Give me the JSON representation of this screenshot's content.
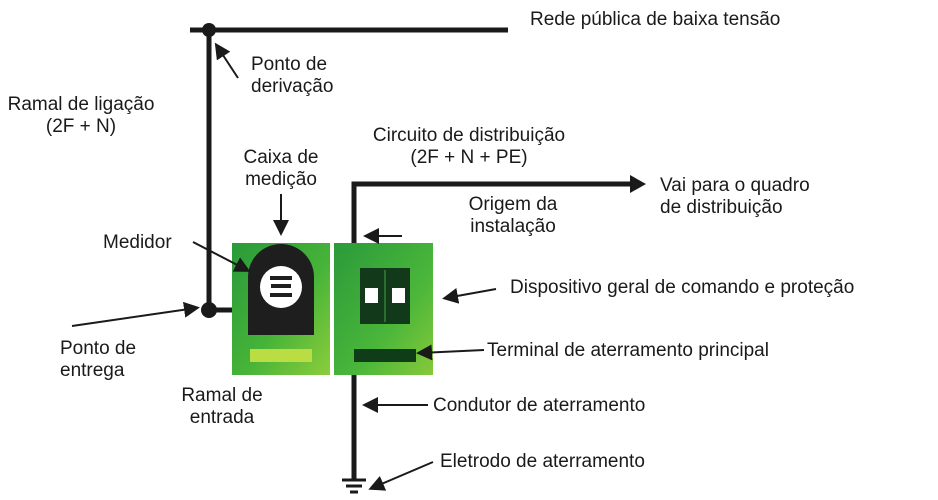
{
  "colors": {
    "line": "#1a1a1a",
    "box_green": "#3fae3a",
    "box_green_light": "#8ccd3c",
    "meter_body": "#1e1e1e",
    "terminal_light": "#b9dd43",
    "terminal_dark": "#0f3d18"
  },
  "labels": {
    "network": "Rede pública de baixa tensão",
    "branch_point": "Ponto de\nderivação",
    "service_drop": "Ramal de ligação\n(2F + N)",
    "meter_box": "Caixa de\nmedição",
    "distribution_circuit": "Circuito de distribuição\n(2F + N + PE)",
    "to_panel": "Vai para o quadro\nde distribuição",
    "installation_origin": "Origem da\ninstalação",
    "meter": "Medidor",
    "main_device": "Dispositivo geral de comando e proteção",
    "delivery_point": "Ponto de\nentrega",
    "main_ground_terminal": "Terminal de aterramento principal",
    "service_entrance": "Ramal de\nentrada",
    "ground_conductor": "Condutor de aterramento",
    "ground_electrode": "Eletrodo de aterramento"
  }
}
